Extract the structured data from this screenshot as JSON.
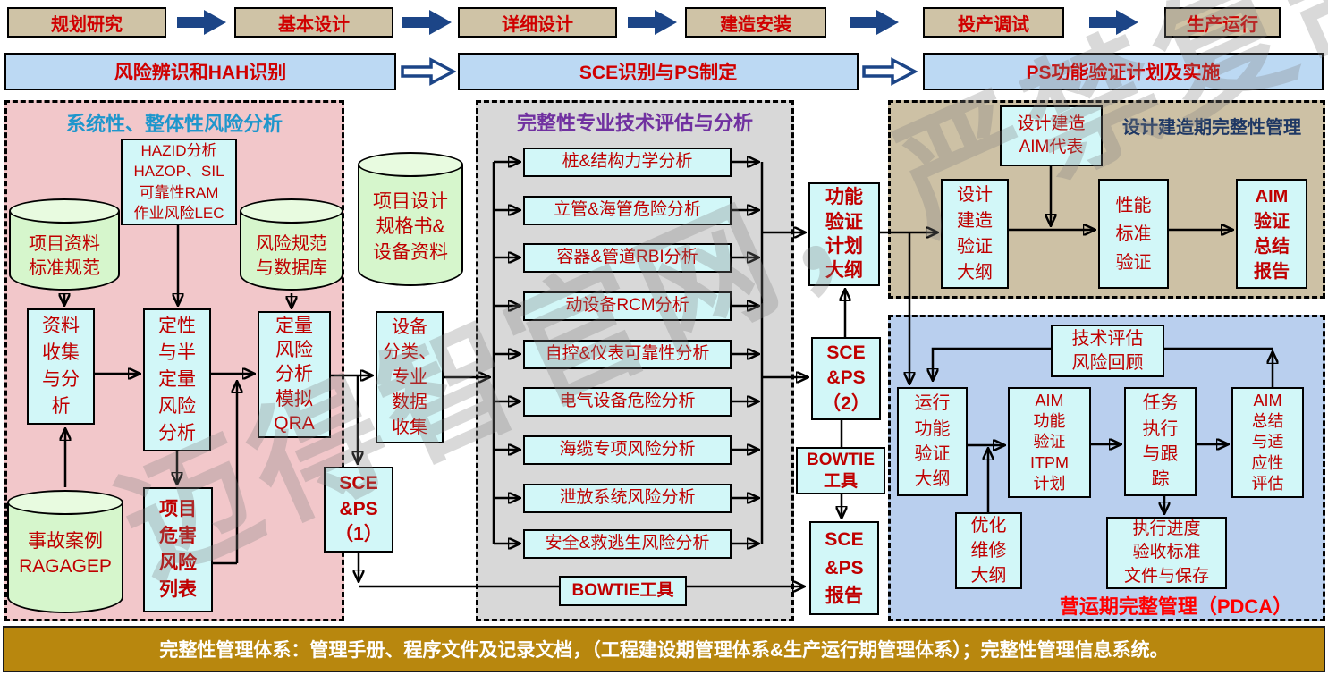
{
  "watermark": "迈得智官网，严禁复制",
  "lifecycle": [
    "规划研究",
    "基本设计",
    "详细设计",
    "建造安装",
    "投产调试",
    "生产运行"
  ],
  "phases": [
    "风险辨识和HAH识别",
    "SCE识别与PS制定",
    "PS功能验证计划及实施"
  ],
  "systemic": {
    "title": "系统性、整体性风险分析",
    "hazid": "HAZID分析\nHAZOP、SIL\n可靠性RAM\n作业风险LEC",
    "project_docs": "项目资料\n标准规范",
    "risk_db": "风险规范\n与数据库",
    "collect": "资料\n收集\n与分\n析",
    "qualitative": "定性\n与半\n定量\n风险\n分析",
    "quantitative": "定量\n风险\n分析\n模拟\nQRA",
    "cases": "事故案例\nRAGAGEP",
    "hazard_list": "项目\n危害\n风险\n列表"
  },
  "middle": {
    "design_spec": "项目设计\n规格书&\n设备资料",
    "equipment": "设备\n分类、\n专业\n数据\n收集",
    "sce_ps1": "SCE\n&PS\n（1）"
  },
  "assessment": {
    "title": "完整性专业技术评估与分析",
    "boxes": [
      "桩&结构力学分析",
      "立管&海管危险分析",
      "容器&管道RBI分析",
      "动设备RCM分析",
      "自控&仪表可靠性分析",
      "电气设备危险分析",
      "海缆专项风险分析",
      "泄放系统风险分析",
      "安全&救逃生风险分析"
    ],
    "bowtie": "BOWTIE工具"
  },
  "verification": {
    "func_plan": "功能\n验证\n计划\n大纲",
    "sce_ps2": "SCE\n&PS\n（2）",
    "bowtie": "BOWTIE\n工具",
    "sce_report": "SCE\n&PS\n报告"
  },
  "design_phase": {
    "title": "设计建造期完整性管理",
    "aim_rep": "设计建造\nAIM代表",
    "outline": "设计\n建造\n验证\n大纲",
    "performance": "性能\n标准\n验证",
    "aim_report": "AIM\n验证\n总结\n报告"
  },
  "operation_phase": {
    "title": "营运期完整管理（PDCA）",
    "tech_review": "技术评估\n风险回顾",
    "outline": "运行\n功能\n验证\n大纲",
    "aim_itpm": "AIM\n功能\n验证\nITPM\n计划",
    "task": "任务\n执行\n与跟\n踪",
    "aim_summary": "AIM\n总结\n与适\n应性\n评估",
    "maintenance": "优化\n维修\n大纲",
    "exec_progress": "执行进度\n验收标准\n文件与保存"
  },
  "footer": "完整性管理体系：管理手册、程序文件及记录文档，（工程建设期管理体系&生产运行期管理体系）；完整性管理信息系统。",
  "colors": {
    "box_text_red": "#c00000",
    "bright_red": "#ff0000",
    "title_blue": "#1e96cc",
    "title_purple": "#7030a0",
    "title_navy": "#1f3864",
    "arrow_navy": "#1c4587",
    "footer_bg": "#b8870e",
    "cyan_box": "#d2f7f8",
    "green_cylinder": "#d6f6cc",
    "pink_panel": "#f2c7ca",
    "gray_panel": "#d8d8d8",
    "tan_panel": "#cdc1a5",
    "blue_panel": "#b9cfee"
  }
}
